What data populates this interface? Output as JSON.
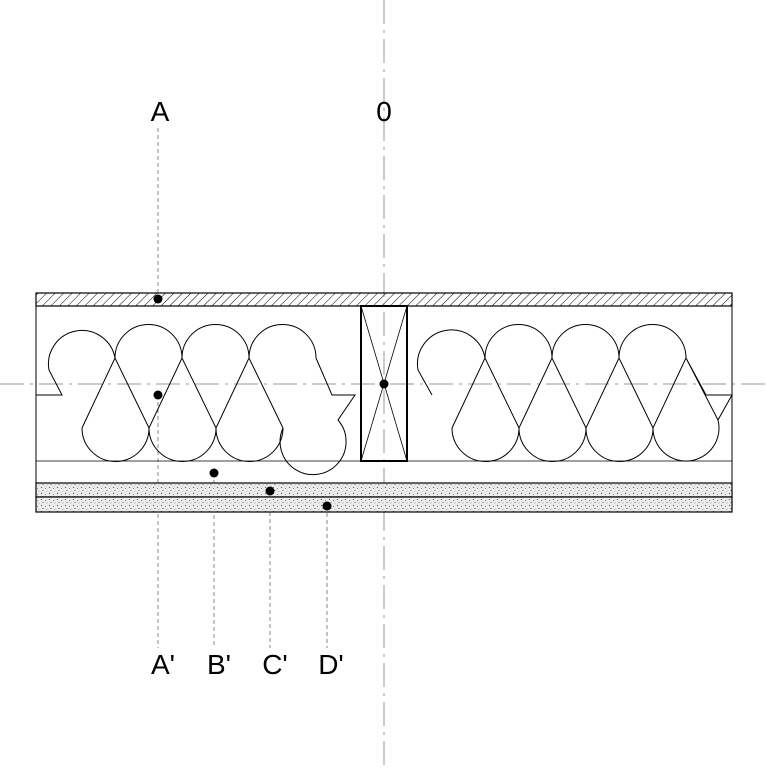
{
  "labels": {
    "top_a": "A",
    "top_zero": "0",
    "bottom_a_prime": "A'",
    "bottom_b_prime": "B'",
    "bottom_c_prime": "C'",
    "bottom_d_prime": "D'"
  },
  "colors": {
    "line": "#000000",
    "axis": "#999999",
    "background": "#ffffff"
  },
  "icons": {
    "stud": "stud-cross-icon",
    "insulation": "batt-insulation-icon"
  }
}
